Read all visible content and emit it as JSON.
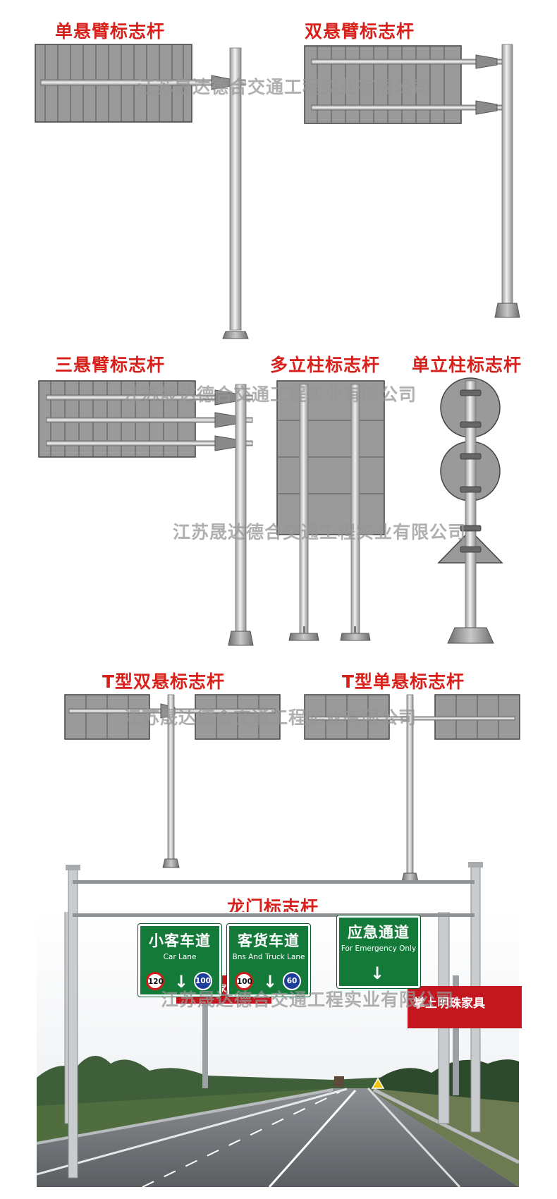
{
  "titles": {
    "single_cantilever": "单悬臂标志杆",
    "double_cantilever": "双悬臂标志杆",
    "triple_cantilever": "三悬臂标志杆",
    "multi_post": "多立柱标志杆",
    "single_post": "单立柱标志杆",
    "t_double": "T型双悬标志杆",
    "t_single": "T型单悬标志杆",
    "gantry": "龙门标志杆"
  },
  "watermark": "江苏晟达德合交通工程实业有限公司",
  "gantry_signs": {
    "car_lane": {
      "cn": "小客车道",
      "en": "Car Lane",
      "speed_red": "120",
      "arrow": "↓",
      "speed_blue": "100"
    },
    "truck_lane": {
      "cn": "客货车道",
      "en": "Bns And Truck Lane",
      "speed_red": "100",
      "arrow": "↓",
      "speed_blue": "60"
    },
    "emergency": {
      "cn": "应急通道",
      "en": "For Emergency Only",
      "arrow": "↓"
    }
  },
  "billboards": {
    "center": "掌上明珠家具",
    "right": "掌上明珠家具"
  },
  "colors": {
    "title_red": "#d9211c",
    "sign_gray": "#9a9a9a",
    "pole_gray": "#d6d6d6",
    "guide_sign_green": "#137a3a"
  }
}
